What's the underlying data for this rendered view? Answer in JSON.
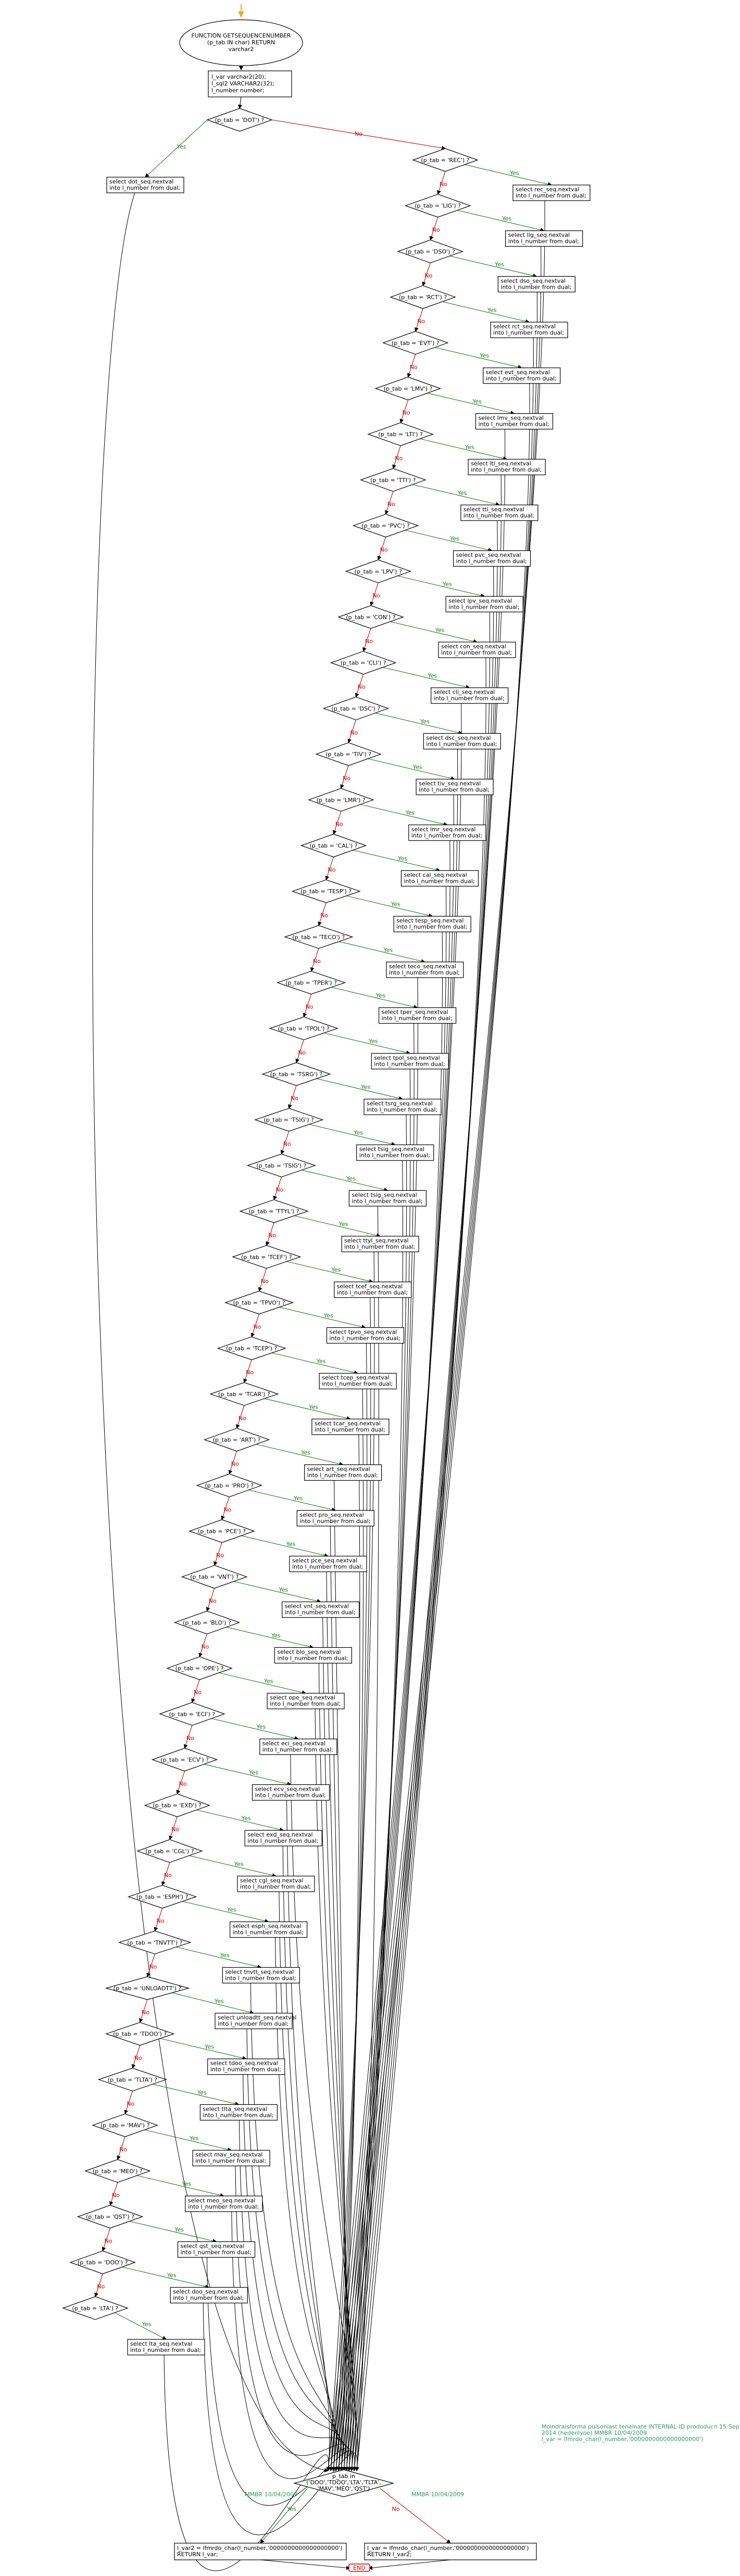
{
  "start": {
    "lines": [
      "FUNCTION GETSEQUENCENUMBER",
      "(p_tab IN char) RETURN",
      "varchar2"
    ]
  },
  "declare": {
    "lines": [
      "l_var varchar2(20);",
      "l_sql2 VARCHAR2(32);",
      "l_number number;"
    ]
  },
  "labels": {
    "yes": "Yes",
    "no": "No"
  },
  "decisions": [
    {
      "cond": "(p_tab = 'DOT') ?",
      "action": [
        "select dot_seq.nextval",
        "into l_number from dual;"
      ]
    },
    {
      "cond": "(p_tab = 'REC') ?",
      "action": [
        "select rec_seq.nextval",
        "into l_number from dual;"
      ]
    },
    {
      "cond": "(p_tab = 'LIG') ?",
      "action": [
        "select lig_seq.nextval",
        "into l_number from dual;"
      ]
    },
    {
      "cond": "(p_tab = 'DSO') ?",
      "action": [
        "select dso_seq.nextval",
        "into l_number from dual;"
      ]
    },
    {
      "cond": "(p_tab = 'RCT') ?",
      "action": [
        "select rct_seq.nextval",
        "into l_number from dual;"
      ]
    },
    {
      "cond": "(p_tab = 'EVT') ?",
      "action": [
        "select evt_seq.nextval",
        "into l_number from dual;"
      ]
    },
    {
      "cond": "(p_tab = 'LMV') ?",
      "action": [
        "select lmv_seq.nextval",
        "into l_number from dual;"
      ]
    },
    {
      "cond": "(p_tab = 'LTI') ?",
      "action": [
        "select lti_seq.nextval",
        "into l_number from dual;"
      ]
    },
    {
      "cond": "(p_tab = 'TTI') ?",
      "action": [
        "select tti_seq.nextval",
        "into l_number from dual;"
      ]
    },
    {
      "cond": "(p_tab = 'PVC') ?",
      "action": [
        "select pvc_seq.nextval",
        "into l_number from dual;"
      ]
    },
    {
      "cond": "(p_tab = 'LPV') ?",
      "action": [
        "select lpv_seq.nextval",
        "into l_number from dual;"
      ]
    },
    {
      "cond": "(p_tab = 'CON') ?",
      "action": [
        "select con_seq.nextval",
        "into l_number from dual;"
      ]
    },
    {
      "cond": "(p_tab = 'CLI') ?",
      "action": [
        "select cli_seq.nextval",
        "into l_number from dual;"
      ]
    },
    {
      "cond": "(p_tab = 'DSC') ?",
      "action": [
        "select dsc_seq.nextval",
        "into l_number from dual;"
      ]
    },
    {
      "cond": "(p_tab = 'TIV') ?",
      "action": [
        "select tiv_seq.nextval",
        "into l_number from dual;"
      ]
    },
    {
      "cond": "(p_tab = 'LMR') ?",
      "action": [
        "select lmr_seq.nextval",
        "into l_number from dual;"
      ]
    },
    {
      "cond": "(p_tab = 'CAL') ?",
      "action": [
        "select cal_seq.nextval",
        "into l_number from dual;"
      ]
    },
    {
      "cond": "(p_tab = 'TESP') ?",
      "action": [
        "select tesp_seq.nextval",
        "into l_number from dual;"
      ]
    },
    {
      "cond": "(p_tab = 'TECO') ?",
      "action": [
        "select teco_seq.nextval",
        "into l_number from dual;"
      ]
    },
    {
      "cond": "(p_tab = 'TPER') ?",
      "action": [
        "select tper_seq.nextval",
        "into l_number from dual;"
      ]
    },
    {
      "cond": "(p_tab = 'TPOL') ?",
      "action": [
        "select tpol_seq.nextval",
        "into l_number from dual;"
      ]
    },
    {
      "cond": "(p_tab = 'TSRG') ?",
      "action": [
        "select tsrg_seq.nextval",
        "into l_number from dual;"
      ]
    },
    {
      "cond": "(p_tab = 'TSIG') ?",
      "action": [
        "select tsig_seq.nextval",
        "into l_number from dual;"
      ]
    },
    {
      "cond": "(p_tab = 'TSIG') ?",
      "action": [
        "select tsig_seq.nextval",
        "into l_number from dual;"
      ]
    },
    {
      "cond": "(p_tab = 'TTYL') ?",
      "action": [
        "select ttyl_seq.nextval",
        "into l_number from dual;"
      ]
    },
    {
      "cond": "(p_tab = 'TCEF') ?",
      "action": [
        "select tcef_seq.nextval",
        "into l_number from dual;"
      ]
    },
    {
      "cond": "(p_tab = 'TPVO') ?",
      "action": [
        "select tpvo_seq.nextval",
        "into l_number from dual;"
      ]
    },
    {
      "cond": "(p_tab = 'TCEP') ?",
      "action": [
        "select tcep_seq.nextval",
        "into l_number from dual;"
      ]
    },
    {
      "cond": "(p_tab = 'TCAR') ?",
      "action": [
        "select tcar_seq.nextval",
        "into l_number from dual;"
      ]
    },
    {
      "cond": "(p_tab = 'ART') ?",
      "action": [
        "select art_seq.nextval",
        "into l_number from dual;"
      ]
    },
    {
      "cond": "(p_tab = 'PRO') ?",
      "action": [
        "select pro_seq.nextval",
        "into l_number from dual;"
      ]
    },
    {
      "cond": "(p_tab = 'PCE') ?",
      "action": [
        "select pce_seq.nextval",
        "into l_number from dual;"
      ]
    },
    {
      "cond": "(p_tab = 'VNT') ?",
      "action": [
        "select vnt_seq.nextval",
        "into l_number from dual;"
      ]
    },
    {
      "cond": "(p_tab = 'BLO') ?",
      "action": [
        "select blo_seq.nextval",
        "into l_number from dual;"
      ]
    },
    {
      "cond": "(p_tab = 'OPE') ?",
      "action": [
        "select ope_seq.nextval",
        "into l_number from dual;"
      ]
    },
    {
      "cond": "(p_tab = 'ECI') ?",
      "action": [
        "select eci_seq.nextval",
        "into l_number from dual;"
      ]
    },
    {
      "cond": "(p_tab = 'ECV') ?",
      "action": [
        "select ecv_seq.nextval",
        "into l_number from dual;"
      ]
    },
    {
      "cond": "(p_tab = 'EXD') ?",
      "action": [
        "select exd_seq.nextval",
        "into l_number from dual;"
      ]
    },
    {
      "cond": "(p_tab = 'CGL') ?",
      "action": [
        "select cgl_seq.nextval",
        "into l_number from dual;"
      ]
    },
    {
      "cond": "(p_tab = 'ESPH') ?",
      "action": [
        "select esph_seq.nextval",
        "into l_number from dual;"
      ]
    },
    {
      "cond": "(p_tab = 'TNVTT') ?",
      "action": [
        "select tnvtt_seq.nextval",
        "into l_number from dual;"
      ]
    },
    {
      "cond": "(p_tab = 'UNLOADTT') ?",
      "action": [
        "select unloadtt_seq.nextval",
        "into l_number from dual;"
      ]
    },
    {
      "cond": "(p_tab = 'TDOO') ?",
      "action": [
        "select tdoo_seq.nextval",
        "into l_number from dual;"
      ]
    },
    {
      "cond": "(p_tab = 'TLTA') ?",
      "action": [
        "select tlta_seq.nextval",
        "into l_number from dual;"
      ]
    },
    {
      "cond": "(p_tab = 'MAV') ?",
      "action": [
        "select mav_seq.nextval",
        "into l_number from dual;"
      ]
    },
    {
      "cond": "(p_tab = 'MEO') ?",
      "action": [
        "select meo_seq.nextval",
        "into l_number from dual;"
      ]
    },
    {
      "cond": "(p_tab = 'QST') ?",
      "action": [
        "select qst_seq.nextval",
        "into l_number from dual;"
      ]
    },
    {
      "cond": "(p_tab = 'DOO') ?",
      "action": [
        "select doo_seq.nextval",
        "into l_number from dual;"
      ]
    },
    {
      "cond": "(p_tab = 'LTA') ?",
      "action": [
        "select lta_seq.nextval",
        "into l_number from dual;"
      ]
    }
  ],
  "final_decision": {
    "lines": [
      "p_tab in",
      "('DOO','TDOO','LTA','TLTA',",
      "'MAV','MEO','QST')"
    ]
  },
  "note": {
    "lines": [
      "Moindraisforma pulsonlast tenelnate INTERNAL-ID prododucn 15-Sep-",
      "2014 (hedenlyoe) MMBR 10/04/2009",
      "l_var = lfmrdo_char(l_number,'0000000000000000000')"
    ]
  },
  "branch_notes": {
    "left": "MMBR 10/04/2009",
    "right": "MMBR 10/04/2009"
  },
  "result_left": [
    "l_var2 = lfmrdo_char(l_number,'0000000000000000000')",
    "RETURN l_var;"
  ],
  "result_right": [
    "l_var = lfmrdo_char(l_number,'0000000000000000000')",
    "RETURN l_var2;"
  ],
  "end": {
    "label": "END"
  }
}
